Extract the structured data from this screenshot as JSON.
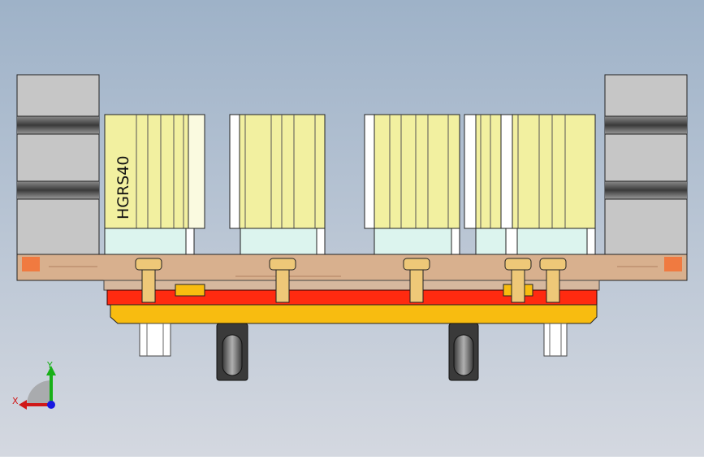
{
  "viewport": {
    "background_top": "#9eb2c8",
    "background_bottom": "#d4d8e0"
  },
  "cylinder_label": "HGRS40",
  "triad": {
    "x_label": "X",
    "y_label": "Y",
    "x_color": "#d01818",
    "y_color": "#18b018",
    "z_color": "#1818e0"
  },
  "colors": {
    "cylinder_body": "#f2f0a0",
    "cylinder_base": "#dcf4ee",
    "side_block": "#c6c6c6",
    "base_plate": "#d8b08e",
    "red_plate": "#ff2a10",
    "yellow_plate": "#f8bc10",
    "bolt": "#eec878"
  },
  "components": {
    "side_blocks": 2,
    "cylinders": 4,
    "locating_pins": 2,
    "guide_posts": 2
  }
}
